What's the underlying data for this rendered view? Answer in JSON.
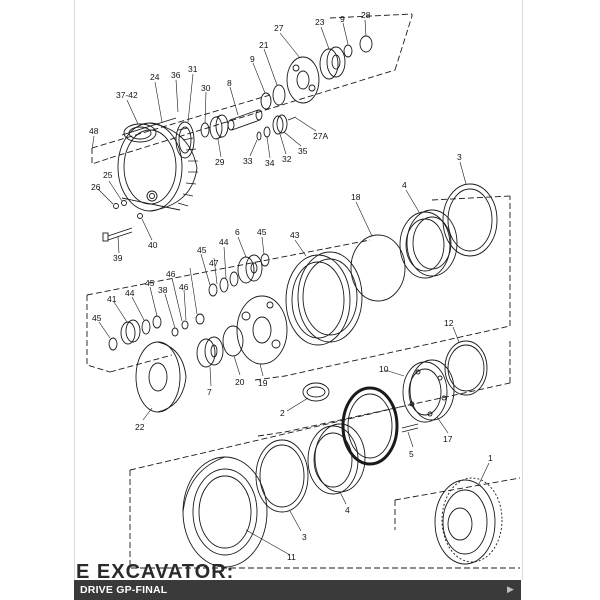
{
  "caption": {
    "title": "DRIVE GP-FINAL",
    "ghost_text": "E EXCAVATOR:"
  },
  "callouts": [
    {
      "id": "c28",
      "text": "28"
    },
    {
      "id": "c9a",
      "text": "9"
    },
    {
      "id": "c23",
      "text": "23"
    },
    {
      "id": "c27",
      "text": "27"
    },
    {
      "id": "c21",
      "text": "21"
    },
    {
      "id": "c9b",
      "text": "9"
    },
    {
      "id": "c8",
      "text": "8"
    },
    {
      "id": "c24",
      "text": "24"
    },
    {
      "id": "c36",
      "text": "36"
    },
    {
      "id": "c31",
      "text": "31"
    },
    {
      "id": "c37-42",
      "text": "37-42"
    },
    {
      "id": "c30",
      "text": "30"
    },
    {
      "id": "c48",
      "text": "48"
    },
    {
      "id": "c27A",
      "text": "27A"
    },
    {
      "id": "c35",
      "text": "35"
    },
    {
      "id": "c32",
      "text": "32"
    },
    {
      "id": "c34",
      "text": "34"
    },
    {
      "id": "c33",
      "text": "33"
    },
    {
      "id": "c29",
      "text": "29"
    },
    {
      "id": "c25",
      "text": "25"
    },
    {
      "id": "c26",
      "text": "26"
    },
    {
      "id": "c40",
      "text": "40"
    },
    {
      "id": "c39",
      "text": "39"
    },
    {
      "id": "c3a",
      "text": "3"
    },
    {
      "id": "c18",
      "text": "18"
    },
    {
      "id": "c4a",
      "text": "4"
    },
    {
      "id": "c43",
      "text": "43"
    },
    {
      "id": "c6",
      "text": "6"
    },
    {
      "id": "c45a",
      "text": "45"
    },
    {
      "id": "c44a",
      "text": "44"
    },
    {
      "id": "c45b",
      "text": "45"
    },
    {
      "id": "c47",
      "text": "47"
    },
    {
      "id": "c46a",
      "text": "46"
    },
    {
      "id": "c46b",
      "text": "46"
    },
    {
      "id": "c38",
      "text": "38"
    },
    {
      "id": "c45c",
      "text": "45"
    },
    {
      "id": "c44b",
      "text": "44"
    },
    {
      "id": "c41",
      "text": "41"
    },
    {
      "id": "c45d",
      "text": "45"
    },
    {
      "id": "c5a",
      "text": "5"
    },
    {
      "id": "c12",
      "text": "12"
    },
    {
      "id": "c10",
      "text": "10"
    },
    {
      "id": "c20",
      "text": "20"
    },
    {
      "id": "c19",
      "text": "19"
    },
    {
      "id": "c7",
      "text": "7"
    },
    {
      "id": "c22",
      "text": "22"
    },
    {
      "id": "c2",
      "text": "2"
    },
    {
      "id": "c17",
      "text": "17"
    },
    {
      "id": "c5b",
      "text": "5"
    },
    {
      "id": "c1",
      "text": "1"
    },
    {
      "id": "c4b",
      "text": "4"
    },
    {
      "id": "c3b",
      "text": "3"
    },
    {
      "id": "c11",
      "text": "11"
    }
  ]
}
